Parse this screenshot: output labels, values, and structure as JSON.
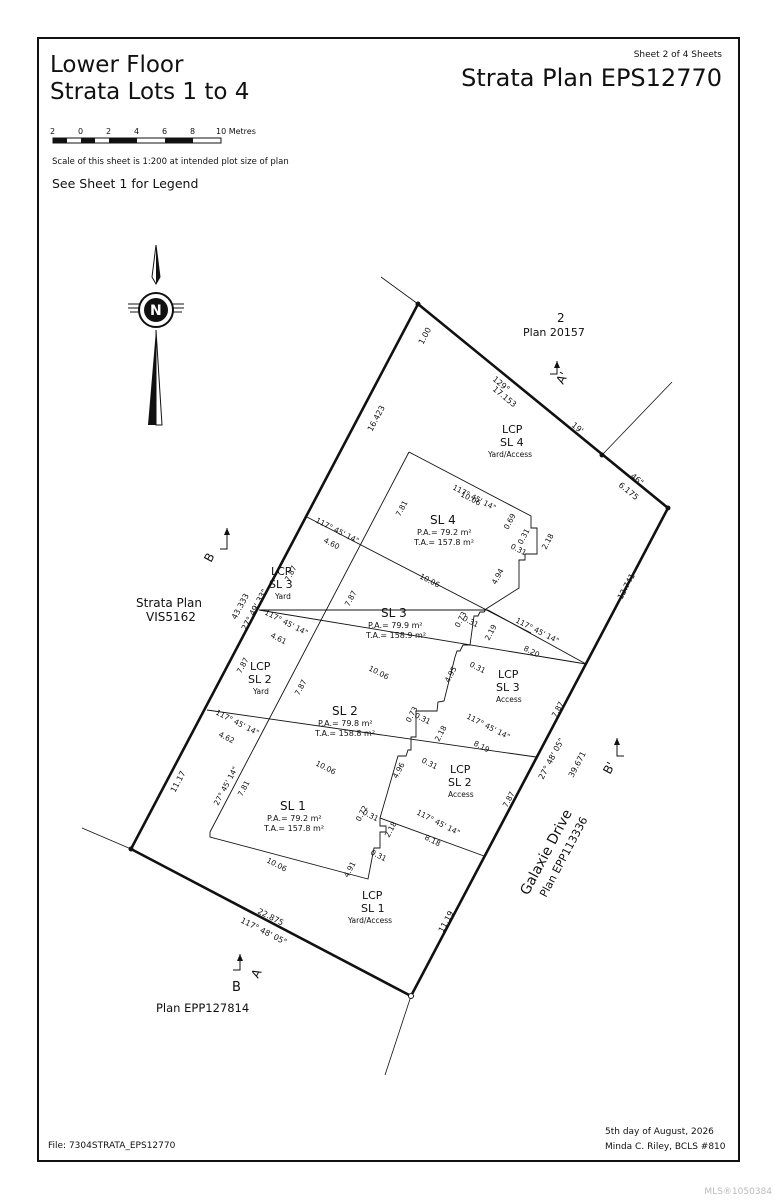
{
  "title": {
    "line1": "Lower Floor",
    "line2": "Strata Lots 1 to 4"
  },
  "plan_title": "Strata Plan EPS12770",
  "sheet": "Sheet 2 of 4 Sheets",
  "scale_bar": {
    "ticks": [
      "2",
      "0",
      "2",
      "4",
      "6",
      "8",
      "10 Metres"
    ]
  },
  "scale_note": "Scale of this sheet is 1:200 at intended plot size of plan",
  "legend_note": "See Sheet 1 for Legend",
  "north": "N",
  "labels": {
    "lot2_num": "2",
    "lot2_plan": "Plan 20157",
    "lotB_letter": "B",
    "lotB_plan": "Plan EPP127814",
    "west_plan1": "Strata Plan",
    "west_plan2": "VIS5162",
    "road1": "Galaxie Drive",
    "road2": "Plan EPP113336"
  },
  "lots": {
    "sl1": {
      "name": "SL 1",
      "pa": "P.A.= 79.2 m²",
      "ta": "T.A.= 157.8 m²"
    },
    "sl2": {
      "name": "SL 2",
      "pa": "P.A.= 79.8 m²",
      "ta": "T.A.= 158.8 m²"
    },
    "sl3": {
      "name": "SL 3",
      "pa": "P.A.= 79.9 m²",
      "ta": "T.A.= 158.9 m²"
    },
    "sl4": {
      "name": "SL 4",
      "pa": "P.A.= 79.2 m²",
      "ta": "T.A.= 157.8 m²"
    }
  },
  "lcp": {
    "lcp": "LCP",
    "sl4": "SL 4",
    "sl4_use": "Yard/Access",
    "sl3w": "SL 3",
    "sl3w_use": "Yard",
    "sl2w": "SL 2",
    "sl2w_use": "Yard",
    "sl3e": "SL 3",
    "sl3e_use": "Access",
    "sl2e": "SL 2",
    "sl2e_use": "Access",
    "sl1": "SL 1",
    "sl1_use": "Yard/Access"
  },
  "dims": {
    "d16423": "16.423",
    "d100": "1.00",
    "d17153": "17.153",
    "d129": "129°",
    "d19": "19'",
    "d46": "46\"",
    "d6175": "6.175",
    "d12741": "12.741",
    "d43333": "43.333",
    "d274933": "27° 49' 33\"",
    "d1117": "11.17",
    "d22875": "22.875",
    "d1174805s": "117° 48' 05\"",
    "d1119": "11.19",
    "d274805": "27° 48' 05\"",
    "d39671": "39.671",
    "d781a": "7.81",
    "d1006a": "10.06",
    "d0693": "0.69",
    "d031a": "0.31",
    "d218a": "2.18",
    "d031b": "0.31",
    "ang1": "117° 45' 14\"",
    "ang2": "117° 45' 14\"",
    "d460": "4.60",
    "d787a": "7.87",
    "d787b": "7.87",
    "d1006b": "10.06",
    "d494": "4.94",
    "d073a": "0.73",
    "d031c": "0.31",
    "d219": "2.19",
    "d031d": "0.31",
    "ang3": "117° 45' 14\"",
    "d820": "8.20",
    "ang4": "117° 45' 14\"",
    "d461": "4.61",
    "d787c": "7.87",
    "d1006c": "10.06",
    "d495": "4.95",
    "d787d": "7.87",
    "ang5": "117° 45' 14\"",
    "d462": "4.62",
    "d787e": "7.87",
    "d073b": "0.73",
    "d031e": "0.31",
    "d218b": "2.18",
    "d031f": "0.31",
    "ang6": "117° 45' 14\"",
    "d819": "8.19",
    "d1006d": "10.06",
    "d496": "4.96",
    "d787f": "7.87",
    "ang7": "27° 45' 14\"",
    "d781b": "7.81",
    "d072": "0.72",
    "d031g": "0.31",
    "d218c": "2.18",
    "ang8": "117° 45' 14\"",
    "d818": "8.18",
    "d031h": "0.31",
    "d1006e": "10.06",
    "d491": "4.91"
  },
  "sections": {
    "a_top": "A'",
    "b_left": "B",
    "b_right": "B'",
    "a_bottom": "A"
  },
  "file": "File:  7304STRATA_EPS12770",
  "signature": {
    "date": "5th day of August, 2026",
    "name": "Minda C. Riley, BCLS #810"
  },
  "watermark": "MLS®1050384"
}
